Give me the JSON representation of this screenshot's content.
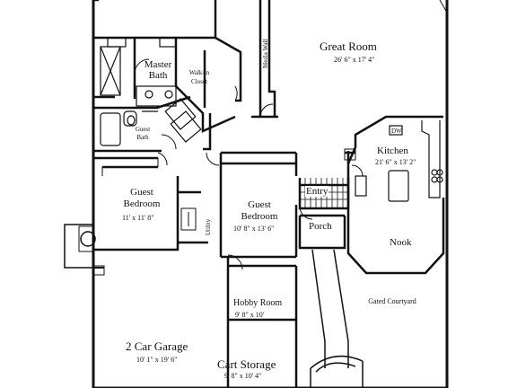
{
  "rooms": {
    "great_room": {
      "name": "Great Room",
      "dim": "26' 6\" x 17' 4\""
    },
    "master_bath": {
      "name": "Master Bath"
    },
    "walk_in_closet": {
      "name": "Walk-in Closet"
    },
    "media_wall": {
      "name": "Media Wall"
    },
    "guest_bath": {
      "name": "Guest Bath"
    },
    "kitchen": {
      "name": "Kitchen",
      "dim": "21' 6\" x 13' 2\""
    },
    "guest_bedroom_1": {
      "name": "Guest Bedroom",
      "dim": "11' x 11' 8\""
    },
    "guest_bedroom_2": {
      "name": "Guest Bedroom",
      "dim": "10' 8\" x 13' 6\""
    },
    "utility": {
      "name": "Utility"
    },
    "entry": {
      "name": "Entry"
    },
    "porch": {
      "name": "Porch"
    },
    "nook": {
      "name": "Nook"
    },
    "hobby_room": {
      "name": "Hobby Room",
      "dim": "9' 8\" x 10'"
    },
    "gated_courtyard": {
      "name": "Gated Courtyard"
    },
    "garage": {
      "name": "2 Car Garage",
      "dim": "10' 1\" x 19' 6\""
    },
    "cart_storage": {
      "name": "Cart Storage",
      "dim": "9' 8\" x 10' 4\""
    }
  },
  "fixtures": {
    "dishwasher": "DW"
  }
}
